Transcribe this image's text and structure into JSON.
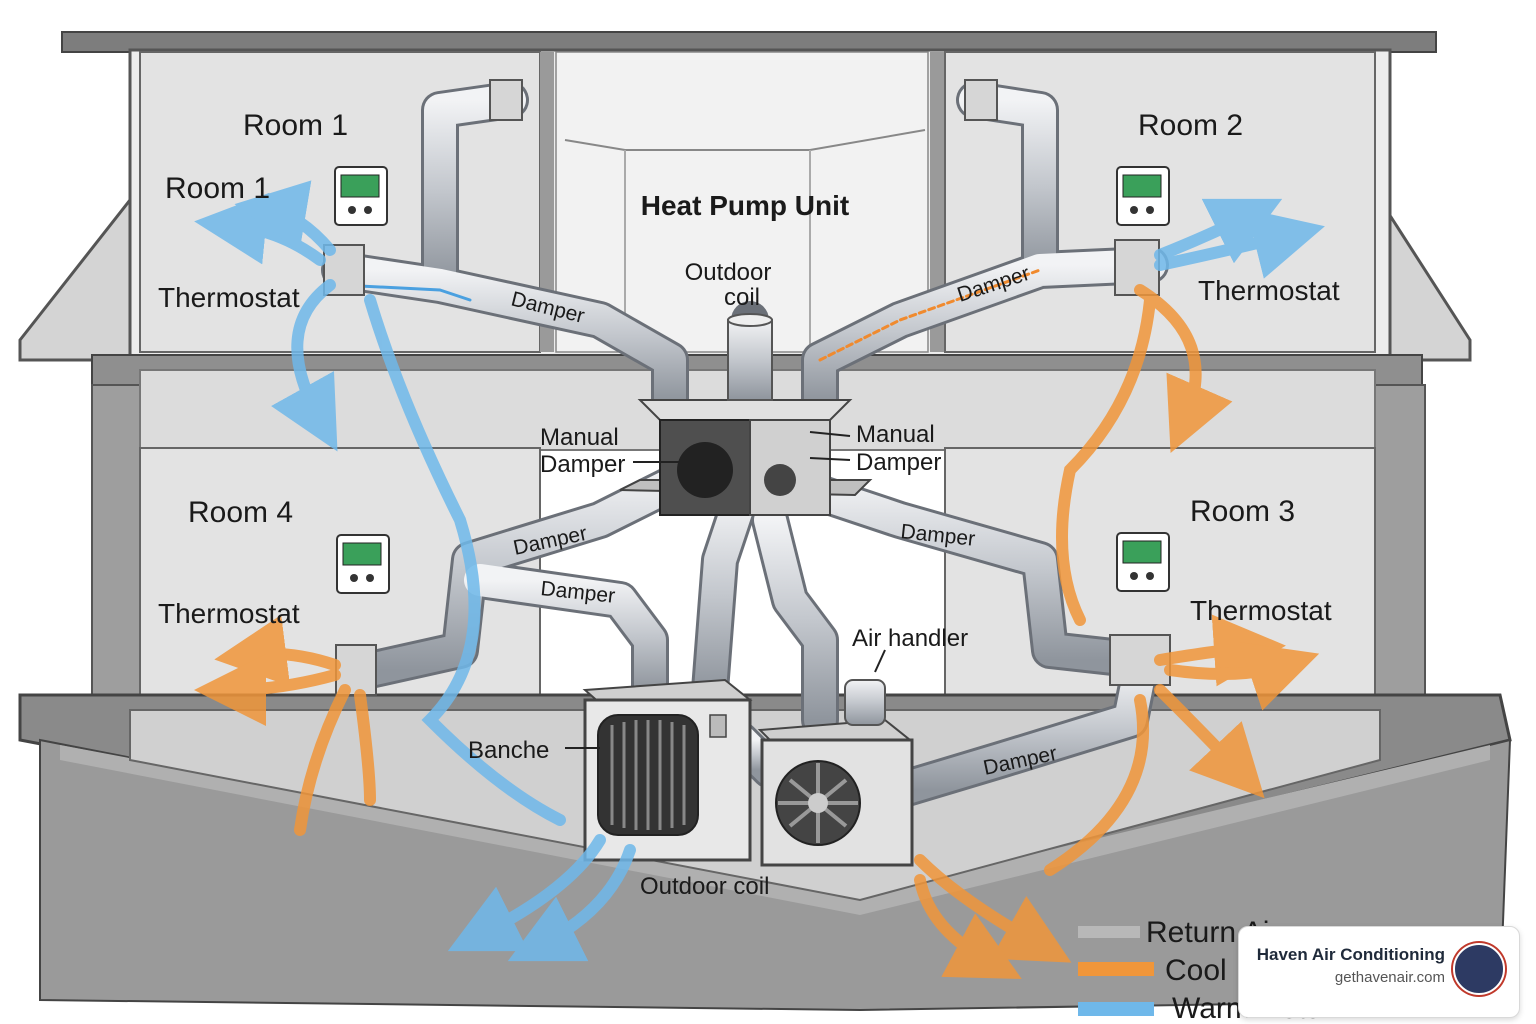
{
  "diagram": {
    "title": "Heat Pump Unit",
    "rooms": {
      "room1": "Room 1",
      "room1_second": "Room 1",
      "room2": "Room 2",
      "room3": "Room 3",
      "room4": "Room 4"
    },
    "thermostat_label": "Thermostat",
    "labels": {
      "outdoor_coil_top_line1": "Outdoor",
      "outdoor_coil_top_line2": "coil",
      "manual_damper_left_line1": "Manual",
      "manual_damper_left_line2": "Damper",
      "manual_damper_right_line1": "Manual",
      "manual_damper_right_line2": "Damper",
      "air_handler": "Air handler",
      "banche": "Banche",
      "outdoor_coil_bottom": "Outdoor coil",
      "damper": "Damper"
    },
    "legend": [
      {
        "label": "Return Air",
        "color": "#b8b8b8"
      },
      {
        "label": "Cool",
        "color": "#f0963a"
      },
      {
        "label": "Warm Return",
        "color": "#6fb8ea"
      }
    ],
    "colors": {
      "cool_arrow": "#f0963a",
      "warm_arrow": "#6fb8ea",
      "duct": "#c9ccd1",
      "wall": "#e6e6e6",
      "frame": "#8a8a8a"
    }
  },
  "badge": {
    "name": "Haven Air Conditioning",
    "site": "gethavenair.com",
    "logo_icon": "haven-logo-icon"
  }
}
